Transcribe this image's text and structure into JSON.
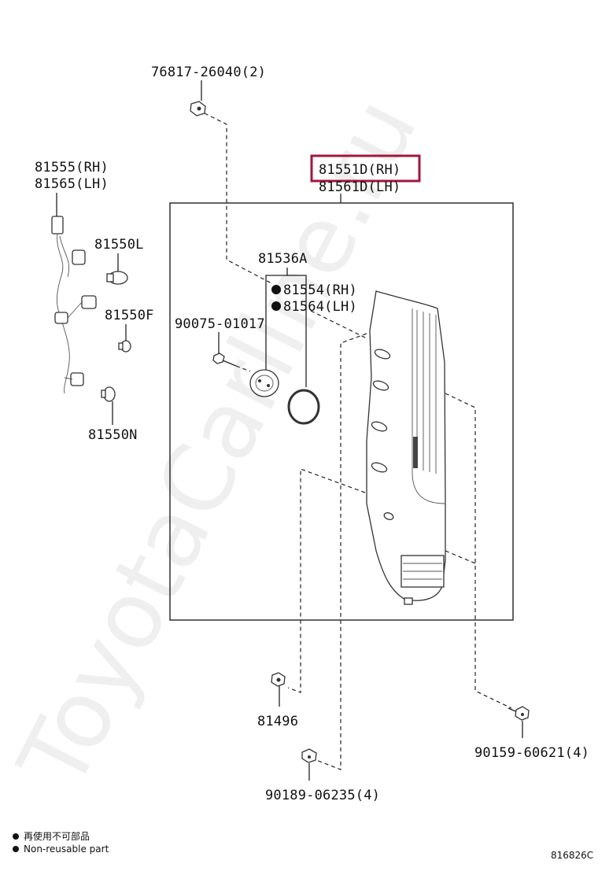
{
  "watermark": "ToyotaCarline.ru",
  "labels": {
    "clip_top": "76817-26040(2)",
    "wire_rh": "81555(RH)",
    "wire_lh": "81565(LH)",
    "bulb_l": "81550L",
    "bulb_f": "81550F",
    "bulb_n": "81550N",
    "assy_rh": "81551D(RH)",
    "assy_lh": "81561D(LH)",
    "socket": "81536A",
    "gasket_rh": "81554(RH)",
    "gasket_lh": "81564(LH)",
    "screw_small": "90075-01017",
    "nut": "81496",
    "screw_right": "90159-60621(4)",
    "screw_bottom": "90189-06235(4)"
  },
  "legend": {
    "text_jp": "再使用不可部品",
    "text_en": "Non-reusable part"
  },
  "figure_id": "816826C",
  "highlight_color": "#a0173f"
}
